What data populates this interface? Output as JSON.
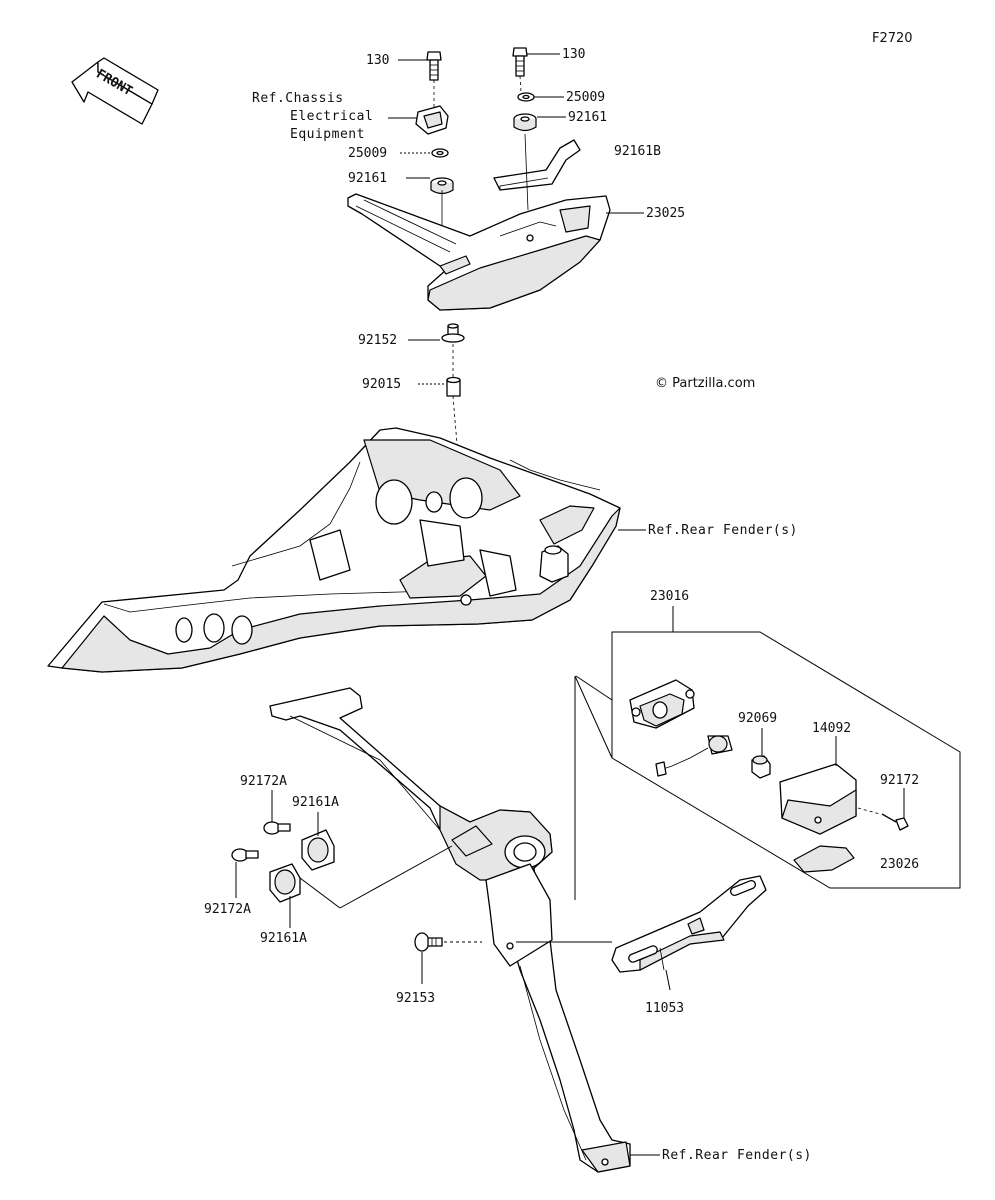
{
  "figure_id": "F2720",
  "watermark": "© Partzilla.com",
  "front_label": "FRONT",
  "callouts": {
    "bolt_130_left": "130",
    "bolt_130_right": "130",
    "ref_chassis_line1": "Ref.Chassis",
    "ref_chassis_line2": "Electrical",
    "ref_chassis_line3": "Equipment",
    "washer_25009_left": "25009",
    "washer_25009_right": "25009",
    "grommet_92161_left": "92161",
    "grommet_92161_right": "92161",
    "bracket_92161b": "92161B",
    "cover_23025": "23025",
    "collar_92152": "92152",
    "collar_92015": "92015",
    "ref_rear_fender_upper": "Ref.Rear Fender(s)",
    "lamp_23016": "23016",
    "bulb_92069": "92069",
    "lens_14092": "14092",
    "screw_92172": "92172",
    "reflector_23026": "23026",
    "bolt_92172a_top": "92172A",
    "bolt_92172a_bottom": "92172A",
    "damper_92161a_top": "92161A",
    "damper_92161a_bottom": "92161A",
    "bolt_92153": "92153",
    "stay_11053": "11053",
    "ref_rear_fender_lower": "Ref.Rear Fender(s)"
  },
  "footer_fine_print_line1": "",
  "footer_fine_print_line2": ""
}
